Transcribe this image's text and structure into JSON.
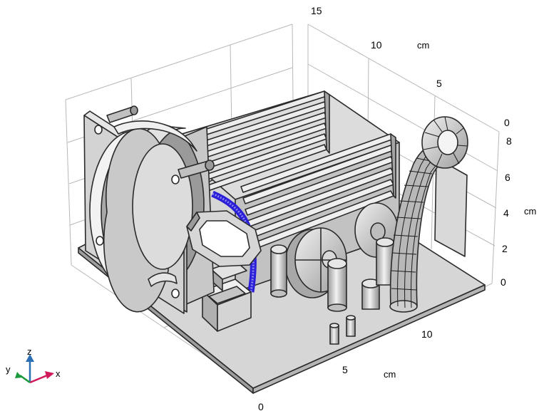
{
  "axes": {
    "x_ticks": [
      "0",
      "5",
      "10"
    ],
    "x_unit": "cm",
    "y_ticks": [
      "15",
      "10",
      "5",
      "0"
    ],
    "y_unit": "cm",
    "z_ticks": [
      "8",
      "6",
      "4",
      "2",
      "0"
    ],
    "z_unit": "cm"
  },
  "triad": {
    "x": "x",
    "y": "y",
    "z": "z"
  },
  "colors": {
    "background": "#ffffff",
    "part_face": "#cfcfcf",
    "part_light": "#e9e9e9",
    "part_dark": "#8a8a8a",
    "edge": "#2a2a2a",
    "grid": "#b8b8b8",
    "highlight": "#2a1fd6",
    "triad_x": "#d0195a",
    "triad_y": "#1a9a3a",
    "triad_z": "#2b6fb5"
  }
}
